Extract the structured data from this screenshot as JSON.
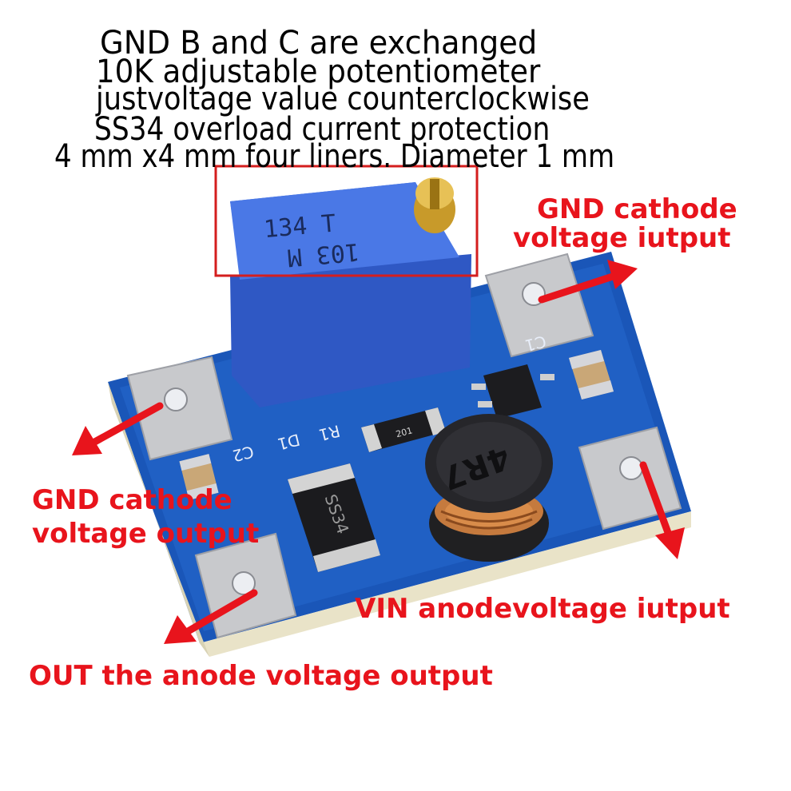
{
  "header": {
    "lines": [
      "GND B and C are exchanged",
      "10K adjustable potentiometer",
      "justvoltage value counterclockwise",
      "SS34 overload current protection",
      "4 mm x4 mm four liners. Diameter 1 mm"
    ]
  },
  "callouts": {
    "gnd_right_1": "GND cathode",
    "gnd_right_2": "voltage iutput",
    "gnd_left_1": "GND cathode",
    "gnd_left_2": "voltage output",
    "vin": "VIN anodevoltage iutput",
    "out": "OUT the anode voltage output"
  },
  "board": {
    "pot_line1": "134 T",
    "pot_line2": "103 M",
    "diode_marking": "SS34",
    "inductor_marking": "4R7",
    "resistor_marking": "201",
    "silk_c2": "C2",
    "silk_d1": "D1",
    "silk_r1": "R1",
    "silk_c1": "C1"
  },
  "colors": {
    "callout_text": "#e8141c",
    "arrow": "#e8141c",
    "highlight_box": "#d41e1e",
    "pcb": "#1f5fc2",
    "pot": "#3f6fe0"
  }
}
